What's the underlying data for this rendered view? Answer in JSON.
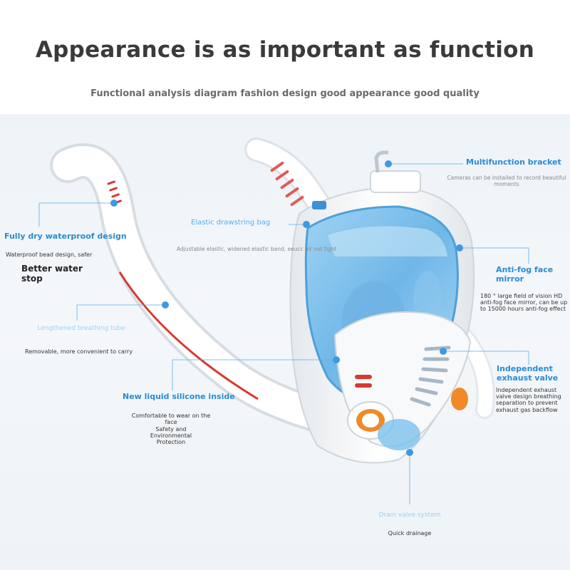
{
  "header": {
    "title": "Appearance is as important as function",
    "subtitle": "Functional analysis diagram fashion design good appearance good quality"
  },
  "callouts": {
    "multifunction_bracket": {
      "title": "Multifunction bracket",
      "desc": "Cameras can be installed to record beautiful moments"
    },
    "elastic_bag": {
      "title": "Elastic drawstring bag",
      "desc": "Adjustable elastic, widened elastic band, eeucc alr not tight"
    },
    "anti_fog": {
      "title": "Anti-fog face mirror",
      "desc": "180 ° large field of vision HD anti-fog face mirror, can be up to 15000 hours anti-fog effect"
    },
    "exhaust_valve": {
      "title": "Independent exhaust valve",
      "desc": "Independent exhaust valve design breathing separation to prevent exhaust gas backflow"
    },
    "fully_dry": {
      "title": "Fully dry waterproof design",
      "desc": "Waterproof bead design, safer",
      "extra": "Better water stop"
    },
    "lengthened_tube": {
      "title": "Lengthened breathing tube",
      "desc": "Removable, more convenient to carry"
    },
    "liquid_silicone": {
      "title": "New liquid silicone inside",
      "desc_1": "Comfortable to wear on the face",
      "desc_2": "Safety and Environmental Protection"
    },
    "drain_valve": {
      "title": "Drain valve system",
      "desc": "Quick drainage"
    }
  },
  "colors": {
    "accent": "#2a8ad6",
    "lens": "#7cc0ec",
    "tube_stripe": "#d8392f",
    "valve": "#f08a28"
  },
  "icons": [
    "callout-dot-icon"
  ]
}
